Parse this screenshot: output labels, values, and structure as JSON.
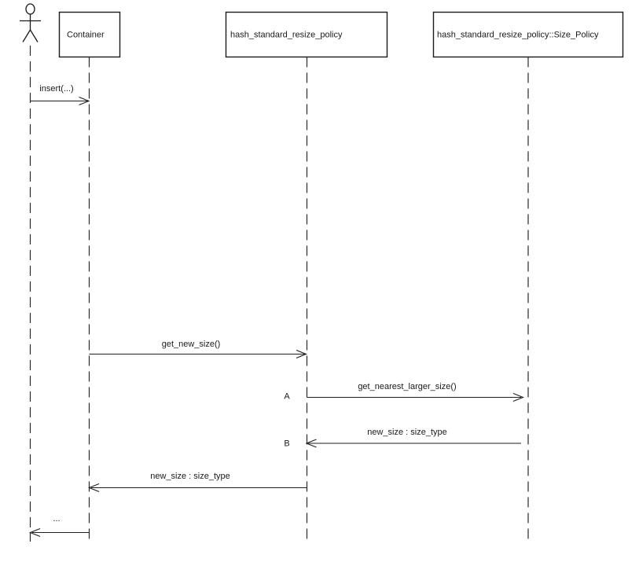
{
  "diagram": {
    "type": "uml-sequence",
    "background_color": "#ffffff",
    "line_color": "#1a1a1a",
    "text_color": "#1a1a1a"
  },
  "lifelines": [
    {
      "kind": "actor",
      "label": ""
    },
    {
      "kind": "object",
      "label": "Container"
    },
    {
      "kind": "object",
      "label": "hash_standard_resize_policy"
    },
    {
      "kind": "object",
      "label": "hash_standard_resize_policy::Size_Policy"
    }
  ],
  "messages": [
    {
      "label": "insert(...)",
      "from": "actor",
      "to": "Container",
      "direction": "right"
    },
    {
      "label": "get_new_size()",
      "from": "Container",
      "to": "hash_standard_resize_policy",
      "direction": "right"
    },
    {
      "label": "get_nearest_larger_size()",
      "marker": "A",
      "from": "hash_standard_resize_policy",
      "to": "hash_standard_resize_policy::Size_Policy",
      "direction": "right"
    },
    {
      "label": "new_size : size_type",
      "marker": "B",
      "from": "hash_standard_resize_policy::Size_Policy",
      "to": "hash_standard_resize_policy",
      "direction": "left"
    },
    {
      "label": "new_size : size_type",
      "from": "hash_standard_resize_policy",
      "to": "Container",
      "direction": "left"
    },
    {
      "label": "...",
      "from": "Container",
      "to": "actor",
      "direction": "left"
    }
  ]
}
